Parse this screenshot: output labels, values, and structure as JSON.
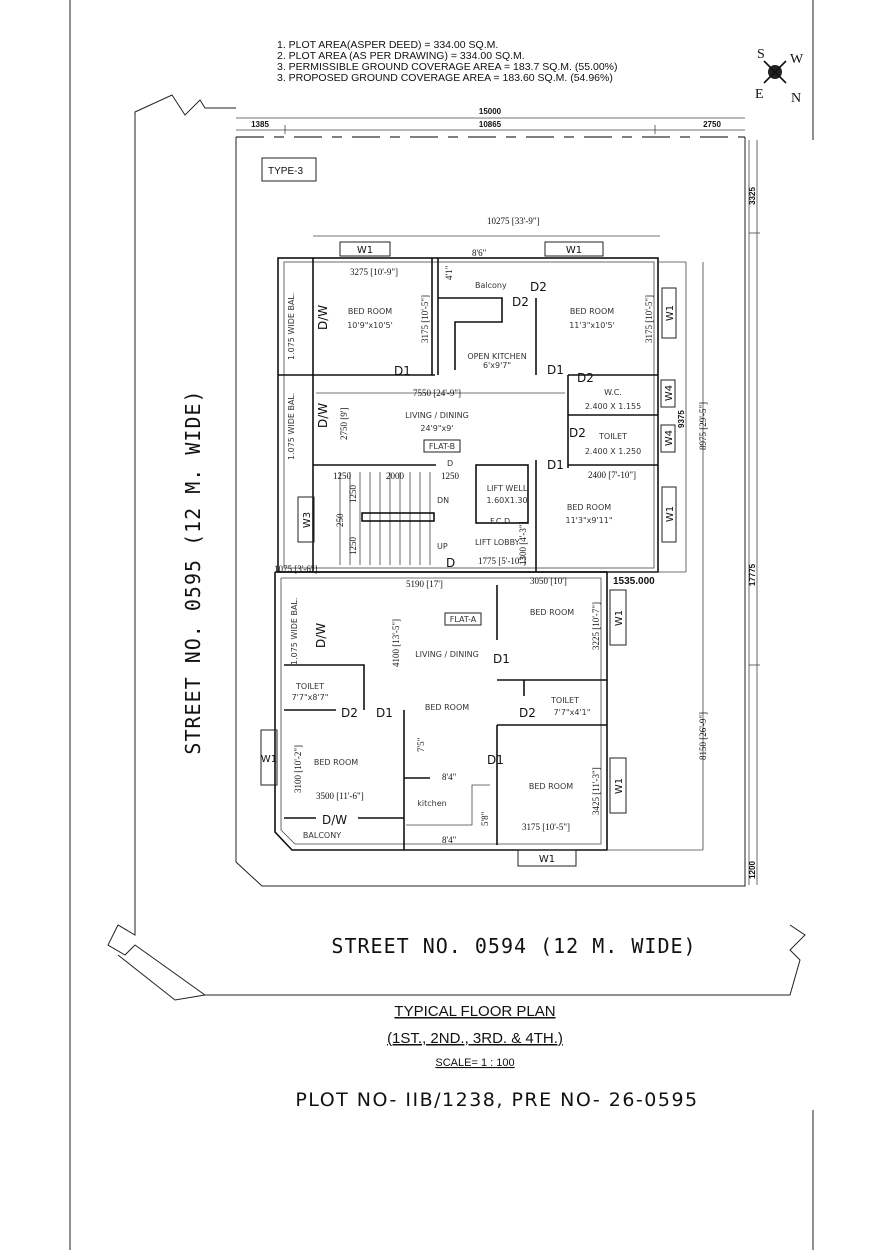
{
  "notes": [
    "1. PLOT AREA(ASPER DEED)          = 334.00 SQ.M.",
    "2. PLOT AREA (AS PER DRAWING)    = 334.00 SQ.M.",
    "3. PERMISSIBLE GROUND COVERAGE AREA = 183.7 SQ.M. (55.00%)",
    "3. PROPOSED GROUND COVERAGE AREA   = 183.60 SQ.M. (54.96%)"
  ],
  "compass": {
    "s": "S",
    "w": "W",
    "e": "E",
    "n": "N"
  },
  "plot_dims": {
    "total_width": "15000",
    "left": "1385",
    "middle": "10865",
    "right": "2750",
    "top_setback": "3325",
    "depth": "17775",
    "bottom_setback": "1200"
  },
  "type_label": "TYPE-3",
  "flat_b": {
    "overall": "10275 [33'-9\"]",
    "bal_width": "8'6\"",
    "bed1_width": "3275 [10'-9\"]",
    "bal_depth": "4'1\"",
    "balcony": "Balcony",
    "bed1": "BED ROOM",
    "bed1_size": "10'9\"x10'5'",
    "bed1_depth": "3175 [10'-5\"]",
    "bed2": "BED ROOM",
    "bed2_size": "11'3\"x10'5'",
    "bed2_depth": "3175 [10'-5\"]",
    "wide_bal_1": "1.075 WIDE BAL.",
    "wide_bal_2": "1.075 WIDE BAL.",
    "open_kitchen": "OPEN KITCHEN",
    "open_kitchen_size": "6'x9'7\"",
    "living_width": "7550 [24'-9\"]",
    "living_depth": "2750 [9']",
    "living": "LIVING / DINING",
    "living_size": "24'9\"x9'",
    "flat_tag": "FLAT-B",
    "wc": "W.C.",
    "wc_size": "2.400 X 1.155",
    "toilet": "TOILET",
    "toilet_size": "2.400 X 1.250",
    "dim_9375": "9375",
    "dim_8975": "8975 [29'-5\"]",
    "toilet_width": "2400 [7'-10\"]",
    "stair_1250a": "1250",
    "stair_2000": "2000",
    "stair_1250b": "1250",
    "stair_v1": "1250",
    "stair_v250": "250",
    "stair_v2": "1250",
    "dn": "DN",
    "up": "UP",
    "lift_well": "LIFT WELL",
    "lift_size": "1.60X1.30",
    "fcd": "F.C.D",
    "lift_lobby": "LIFT LOBBY",
    "lobby_depth": "1300 [4'-3\"]",
    "lobby_width": "1775 [5'-10\"]",
    "bed3": "BED ROOM",
    "bed3_size": "11'3\"x9'11\""
  },
  "flat_a": {
    "bal_width": "1075 [3'-6\"]",
    "living_width": "5190 [17']",
    "bed_width": "3050 [10']",
    "dim_1535": "1535.000",
    "wide_bal": "1.075 WIDE BAL.",
    "flat_tag": "FLAT-A",
    "bed1": "BED ROOM",
    "bed1_depth": "3225 [10'-7\"]",
    "living_depth": "4100 [13'-5\"]",
    "living": "LIVING / DINING",
    "toilet1": "TOILET",
    "toilet1_size": "7'7\"x8'7\"",
    "toilet2": "TOILET",
    "toilet2_size": "7'7\"x4'1\"",
    "bed2": "BED ROOM",
    "dim_8150": "8150 [26'-9\"]",
    "dim_7_5": "7'5\"",
    "dim_3100": "3100 [10'-2\"]",
    "bed3": "BED ROOM",
    "kitchen_w1": "8'4\"",
    "bed4": "BED ROOM",
    "bed4_depth": "3425 [11'-3\"]",
    "bed3_width": "3500 [11'-6\"]",
    "kitchen": "kitchen",
    "kitchen_d": "5'8\"",
    "balcony": "BALCONY",
    "bed4_width": "3175 [10'-5\"]",
    "kitchen_w2": "8'4\""
  },
  "doors": {
    "d1": "D1",
    "d2": "D2",
    "d": "D",
    "dw": "D/W"
  },
  "windows": {
    "w1": "W1",
    "w3": "W3",
    "w4": "W4"
  },
  "streets": {
    "bottom": "STREET NO. 0594 (12 M. WIDE)",
    "left": "STREET NO. 0595 (12 M. WIDE)"
  },
  "title": {
    "main": "TYPICAL FLOOR PLAN",
    "floors": "(1ST., 2ND., 3RD. & 4TH.)",
    "scale": "SCALE= 1 : 100",
    "plot": "PLOT NO- IIB/1238, PRE NO- 26-0595"
  }
}
